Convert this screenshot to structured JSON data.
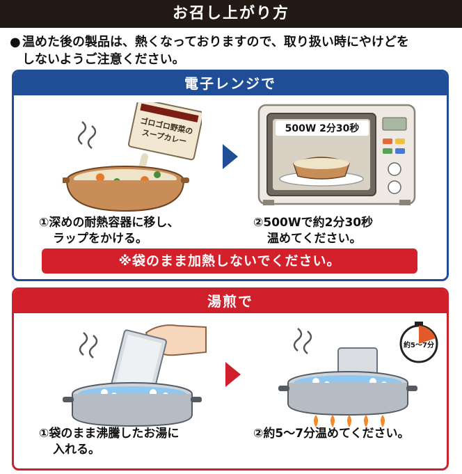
{
  "title": "お召し上がり方",
  "notice": {
    "bullet": "●",
    "line1": "温めた後の製品は、熱くなっておりますので、取り扱い時にやけどを",
    "line2": "しないようご注意ください。"
  },
  "microwave": {
    "header": "電子レンジで",
    "step1": {
      "line1": "①深めの耐熱容器に移し、",
      "line2": "ラップをかける。"
    },
    "pouch_label": {
      "line1": "ゴロゴロ野菜の",
      "line2": "スープカレー"
    },
    "display": "500W 2分30秒",
    "step2": {
      "line1": "②500Wで約2分30秒",
      "line2": "温めてください。"
    },
    "warning": "※袋のまま加熱しないでください。"
  },
  "boil": {
    "header": "湯煎で",
    "step1": {
      "line1": "①袋のまま沸騰したお湯に",
      "line2": "入れる。"
    },
    "timer_label": "約5〜7分",
    "step2": {
      "line1": "②約5〜7分温めてください。"
    }
  },
  "colors": {
    "navy": "#1f4e96",
    "red": "#cf1f2a",
    "title_bg": "#231a16"
  }
}
